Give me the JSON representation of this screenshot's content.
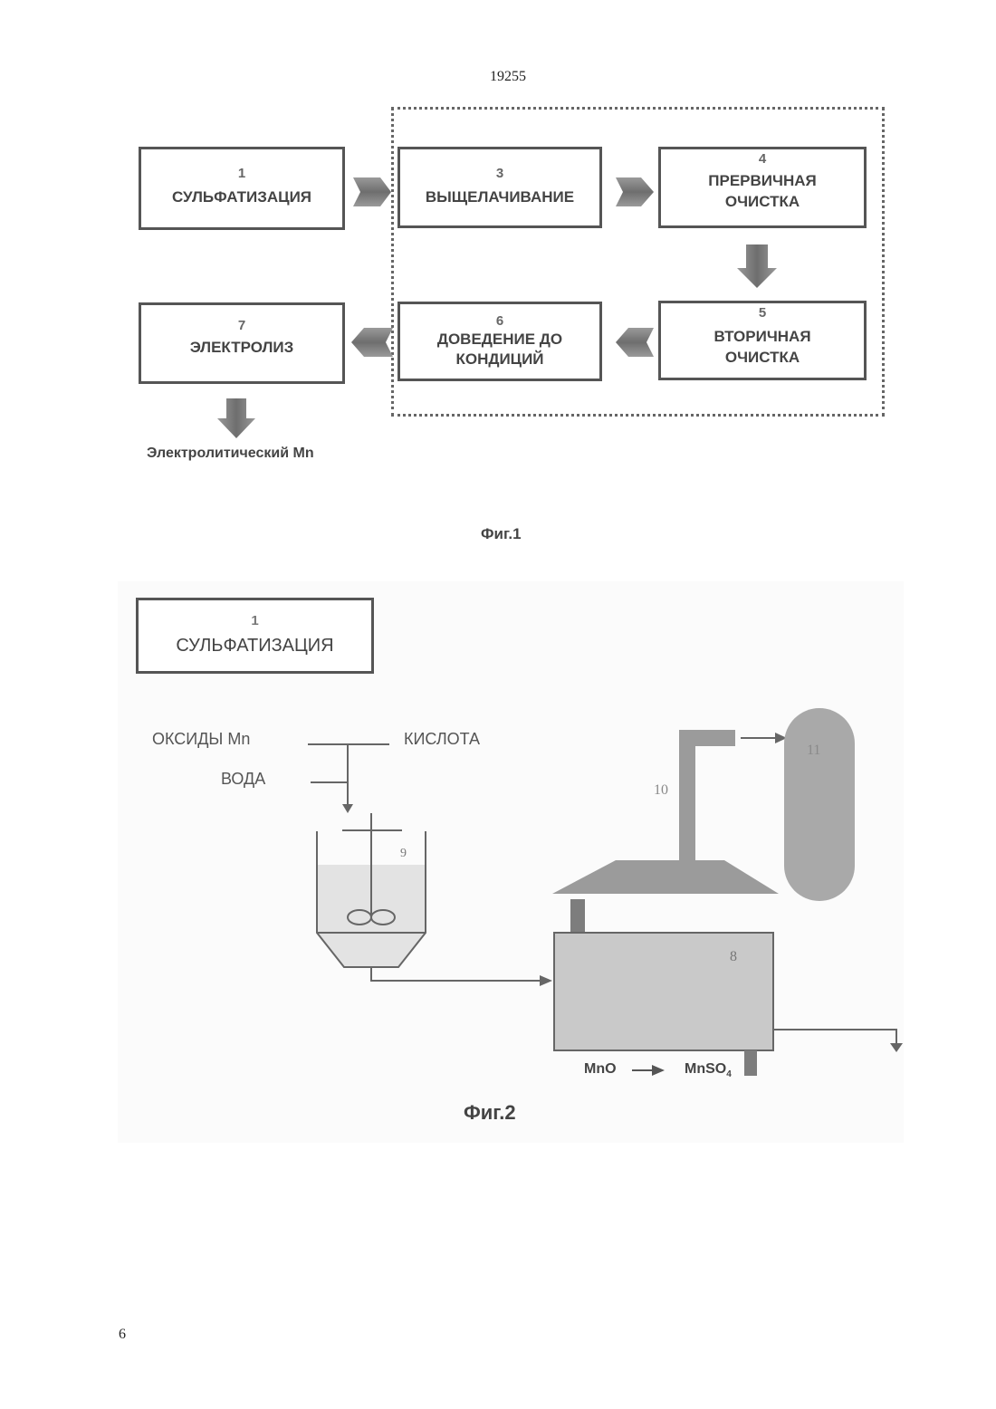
{
  "header": {
    "doc_number": "19255"
  },
  "footer": {
    "page_number": "6"
  },
  "fig1": {
    "caption": "Фиг.1",
    "blocks": [
      {
        "num": "1",
        "label_lines": [
          "СУЛЬФАТИЗАЦИЯ"
        ]
      },
      {
        "num": "3",
        "label_lines": [
          "ВЫЩЕЛАЧИВАНИЕ"
        ]
      },
      {
        "num": "4",
        "label_lines": [
          "ПРЕРВИЧНАЯ",
          "ОЧИСТКА"
        ]
      },
      {
        "num": "5",
        "label_lines": [
          "ВТОРИЧНАЯ",
          "ОЧИСТКА"
        ]
      },
      {
        "num": "6",
        "label_lines": [
          "ДОВЕДЕНИЕ ДО",
          "КОНДИЦИЙ"
        ]
      },
      {
        "num": "7",
        "label_lines": [
          "ЭЛЕКТРОЛИЗ"
        ]
      }
    ],
    "output_label": "Электролитический Mn"
  },
  "fig2": {
    "caption": "Фиг.2",
    "block": {
      "num": "1",
      "label": "СУЛЬФАТИЗАЦИЯ"
    },
    "inputs": {
      "oxides": "ОКСИДЫ Mn",
      "acid": "КИСЛОТА",
      "water": "ВОДА"
    },
    "items": {
      "mixer": "9",
      "duct": "10",
      "tank": "11",
      "reactor": "8"
    },
    "reaction": {
      "from": "MnO",
      "to": "MnSO",
      "to_sub": "4"
    }
  }
}
